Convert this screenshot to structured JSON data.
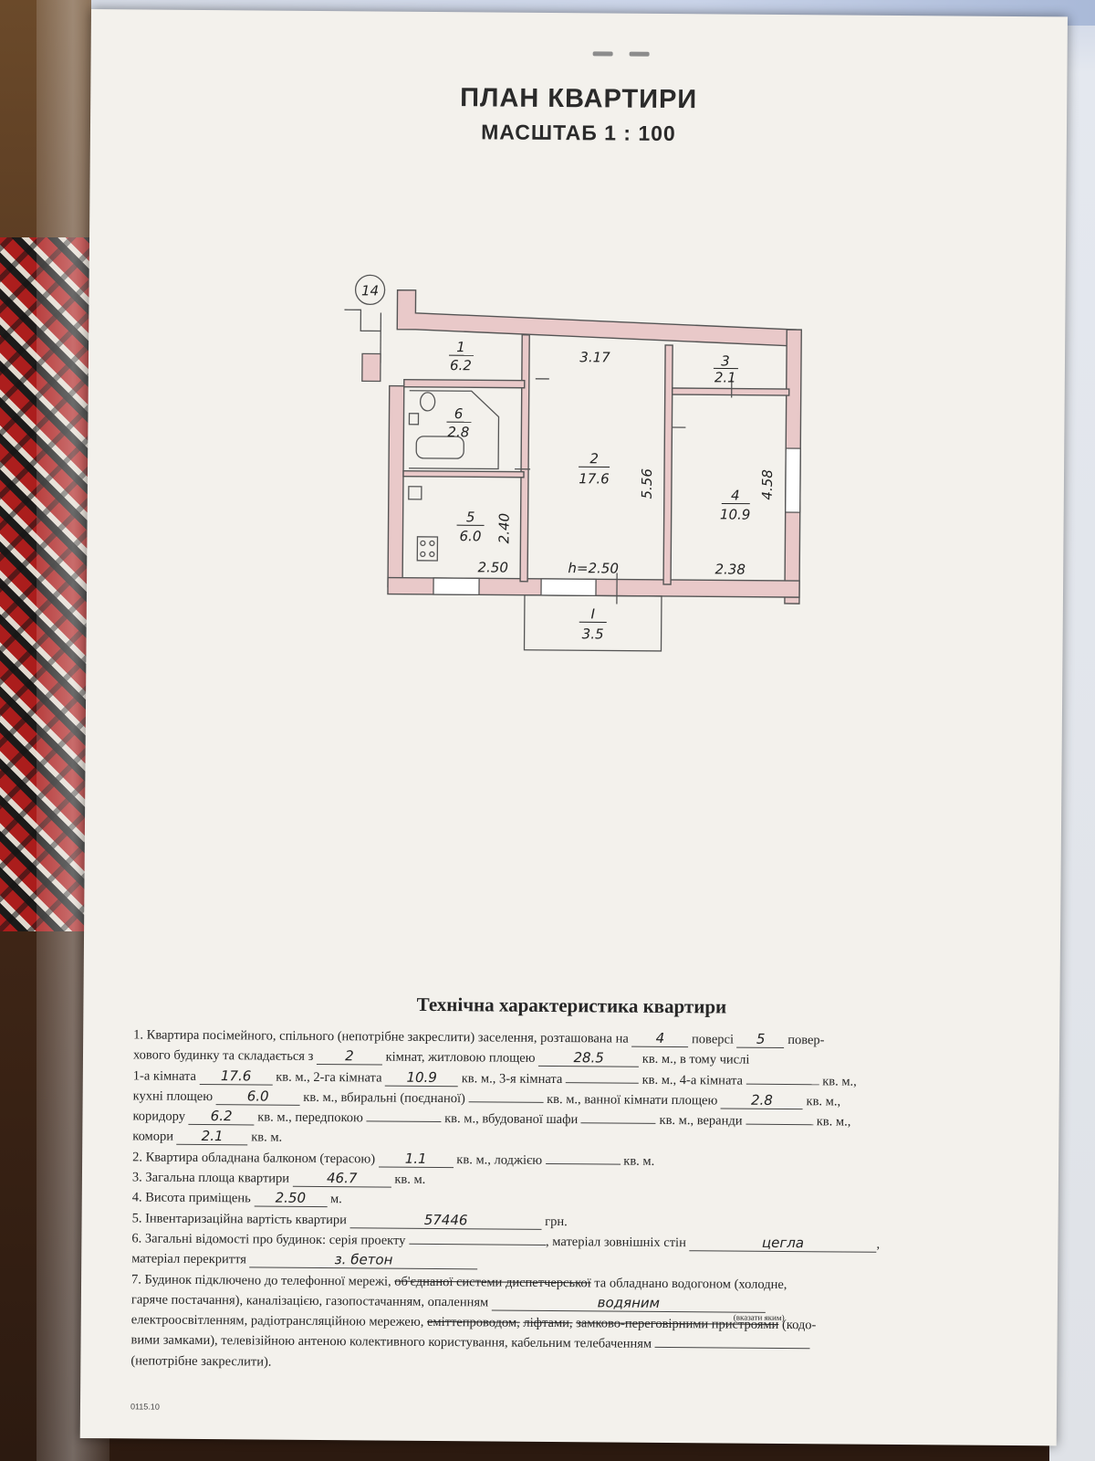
{
  "header": {
    "title": "ПЛАН КВАРТИРИ",
    "scale": "МАСШТАБ 1 : 100"
  },
  "plan": {
    "marker": "14",
    "rooms": [
      {
        "number": "1",
        "area": "6.2"
      },
      {
        "number": "2",
        "area": "17.6"
      },
      {
        "number": "3",
        "area": "2.1"
      },
      {
        "number": "4",
        "area": "10.9"
      },
      {
        "number": "5",
        "area": "6.0"
      },
      {
        "number": "6",
        "area": "2.8"
      },
      {
        "number": "I",
        "area": "3.5"
      }
    ],
    "dimensions": {
      "top_room2": "3.17",
      "room2_height": "5.56",
      "room4_height": "4.58",
      "room5_height": "2.40",
      "room5_width": "2.50",
      "room4_width": "2.38",
      "ceiling_height": "h=2.50"
    }
  },
  "tech": {
    "title": "Технічна характеристика квартири",
    "l1a": "1. Квартира посімейного, спільного (непотрібне закреслити) заселення, розташована на",
    "floor": "4",
    "l1b": "поверсі",
    "floors_total": "5",
    "l1c": "повер-",
    "l2a": "хового будинку та складається з",
    "rooms_count": "2",
    "l2b": "кімнат, житловою площею",
    "living_area": "28.5",
    "l2c": "кв. м., в тому числі",
    "l3a": "1-а кімната",
    "room1": "17.6",
    "l3b": "кв. м., 2-га кімната",
    "room2": "10.9",
    "l3c": "кв. м., 3-я кімната",
    "l3d": "кв. м., 4-а кімната",
    "l3e": "кв. м.,",
    "l4a": "кухні площею",
    "kitchen": "6.0",
    "l4b": "кв. м., вбиральні (поєднаної)",
    "l4c": "кв. м., ванної кімнати площею",
    "bathroom": "2.8",
    "l4d": "кв. м.,",
    "l5a": "коридору",
    "corridor": "6.2",
    "l5b": "кв. м., передпокою",
    "l5c": "кв. м., вбудованої шафи",
    "l5d": "кв. м., веранди",
    "l5e": "кв. м.,",
    "l6a": "комори",
    "storage": "2.1",
    "l6b": "кв. м.",
    "l7a": "2. Квартира обладнана балконом (терасою)",
    "balcony": "1.1",
    "l7b": "кв. м., лоджією",
    "l7c": "кв. м.",
    "l8a": "3. Загальна площа квартири",
    "total_area": "46.7",
    "l8b": "кв. м.",
    "l9a": "4. Висота приміщень",
    "height": "2.50",
    "l9b": "м.",
    "l10a": "5. Інвентаризаційна вартість квартири",
    "value": "57446",
    "l10b": "грн.",
    "l11a": "6. Загальні відомості про будинок: серія проекту",
    "l11b": ", матеріал зовнішніх стін",
    "wall_material": "цегла",
    "l11c": ",",
    "l12a": "матеріал перекриття",
    "floor_material": "з. бетон",
    "l13a": "7. Будинок підключено до телефонної мережі,",
    "l13s": "об'єднаної системи диспетчерської",
    "l13b": "та обладнано водогоном (холодне,",
    "l14a": "гаряче постачання), каналізацією, газопостачанням, опаленням",
    "heating": "водяним",
    "l14note": "(вказати яким)",
    "l15a": "електроосвітленням, радіотрансляційною мережею,",
    "l15s1": "еміттепроводом,",
    "l15s2": "ліфтами,",
    "l15s3": "замково-переговірними пристроями",
    "l15b": "(кодо-",
    "l16a": "вими замками), телевізійною антеною колективного користування, кабельним телебаченням",
    "l17a": "(непотрібне закреслити).",
    "form_code": "0115.10"
  }
}
